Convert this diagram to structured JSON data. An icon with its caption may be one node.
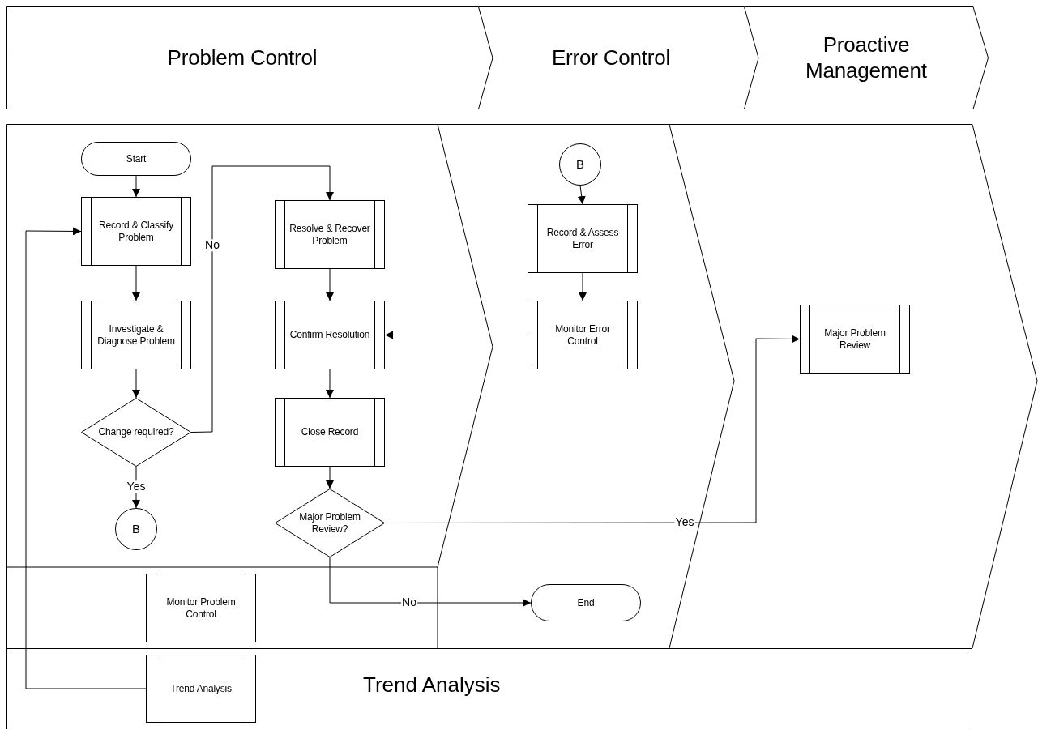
{
  "diagram": {
    "nodes": [
      {
        "text": [
          "Problem Control"
        ]
      },
      {
        "text": [
          "Error Control"
        ]
      },
      {
        "text": [
          "Proactive Management"
        ]
      },
      {
        "text": [
          "Start"
        ]
      },
      {
        "text": [
          "Record & Classify Problem"
        ]
      },
      {
        "text": [
          "Investigate & Diagnose Problem"
        ]
      },
      {
        "text": [
          "Change required?"
        ]
      },
      {
        "text": [
          "B"
        ]
      },
      {
        "text": [
          "Resolve & Recover Problem"
        ]
      },
      {
        "text": [
          "Confirm Resolution"
        ]
      },
      {
        "text": [
          "Close Record"
        ]
      },
      {
        "text": [
          "Major Problem Review?"
        ]
      },
      {
        "text": [
          "B"
        ]
      },
      {
        "text": [
          "Record & Assess Error"
        ]
      },
      {
        "text": [
          "Monitor Error Control"
        ]
      },
      {
        "text": [
          "Major Problem Review"
        ]
      },
      {
        "text": [
          "Monitor Problem Control"
        ]
      },
      {
        "text": [
          "End"
        ]
      },
      {
        "text": [
          "Trend Analysis"
        ]
      },
      {
        "text": [
          "Trend Analysis"
        ],
        "in": 18
      }
    ],
    "edges": [
      {
        "from": 3,
        "to": 4,
        "arrow": "to"
      },
      {
        "from": 4,
        "to": 5,
        "arrow": "to"
      },
      {
        "from": 5,
        "to": 6,
        "arrow": "to"
      },
      {
        "from": 6,
        "to": 7,
        "arrow": "to",
        "label": "Yes"
      },
      {
        "from": 6,
        "to": 8,
        "arrow": "to",
        "label": "No"
      },
      {
        "from": 8,
        "to": 9,
        "arrow": "to"
      },
      {
        "from": 9,
        "to": 10,
        "arrow": "to"
      },
      {
        "from": 10,
        "to": 11,
        "arrow": "to"
      },
      {
        "from": 14,
        "to": 9,
        "arrow": "to"
      },
      {
        "from": 12,
        "to": 13,
        "arrow": "to"
      },
      {
        "from": 13,
        "to": 14,
        "arrow": "to"
      },
      {
        "from": 11,
        "to": 15,
        "arrow": "to",
        "label": "Yes"
      },
      {
        "from": 11,
        "to": 17,
        "arrow": "to",
        "label": "No"
      },
      {
        "from": 19,
        "to": 4,
        "arrow": "to"
      }
    ]
  }
}
